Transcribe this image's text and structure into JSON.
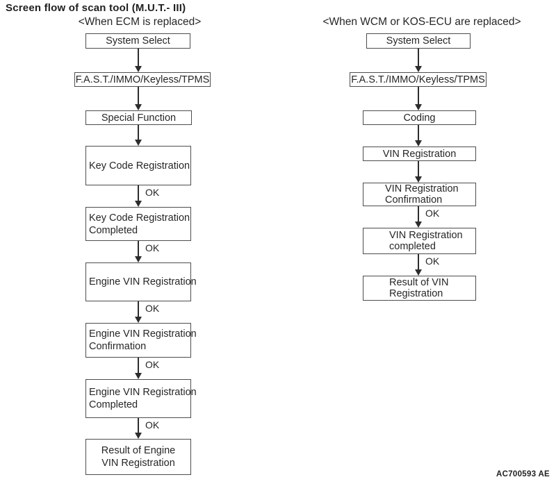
{
  "title": "Screen flow of scan tool (M.U.T.- III)",
  "figure_code": "AC700593 AE",
  "colors": {
    "background": "#ffffff",
    "box_border": "#4c4c4c",
    "text": "#262626",
    "arrow": "#2d2d2d"
  },
  "columns": [
    {
      "header": "<When ECM is replaced>",
      "steps": [
        {
          "lines": [
            "System Select"
          ]
        },
        {
          "lines": [
            "F.A.S.T./IMMO/Keyless/TPMS"
          ]
        },
        {
          "lines": [
            "Special Function"
          ]
        },
        {
          "lines": [
            "Key Code Registration"
          ]
        },
        {
          "connector": "OK",
          "lines": [
            "Key Code Registration",
            "Completed"
          ]
        },
        {
          "connector": "OK",
          "lines": [
            "Engine VIN Registration"
          ]
        },
        {
          "connector": "OK",
          "lines": [
            "Engine VIN Registration",
            "Confirmation"
          ]
        },
        {
          "connector": "OK",
          "lines": [
            "Engine VIN Registration",
            "Completed"
          ]
        },
        {
          "connector": "OK",
          "lines": [
            "Result of Engine",
            "VIN Registration"
          ]
        }
      ]
    },
    {
      "header": "<When WCM or KOS-ECU are replaced>",
      "steps": [
        {
          "lines": [
            "System Select"
          ]
        },
        {
          "lines": [
            "F.A.S.T./IMMO/Keyless/TPMS"
          ]
        },
        {
          "lines": [
            "Coding"
          ]
        },
        {
          "lines": [
            "VIN Registration"
          ]
        },
        {
          "lines": [
            "VIN Registration",
            "Confirmation"
          ]
        },
        {
          "connector": "OK",
          "lines": [
            "VIN Registration",
            "completed"
          ]
        },
        {
          "connector": "OK",
          "lines": [
            "Result of VIN",
            "Registration"
          ]
        }
      ]
    }
  ]
}
